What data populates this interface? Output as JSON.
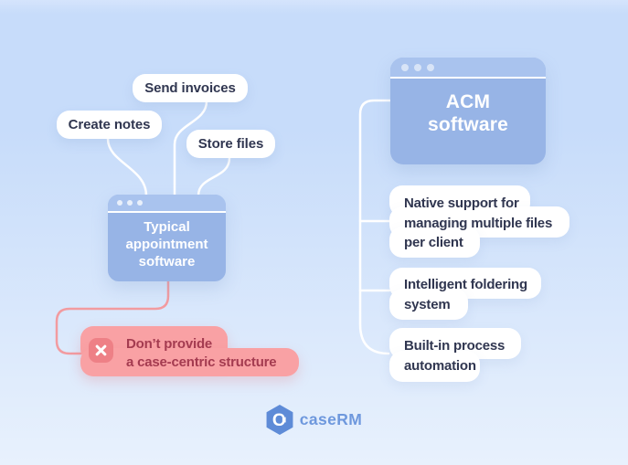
{
  "colors": {
    "bg_top": "#d5e4fc",
    "bg_mid": "#c7dcfa",
    "bg_bottom": "#e8f1fd",
    "window_body": "#97b4e6",
    "window_header": "#a9c3ee",
    "window_text": "#ffffff",
    "pill_bg": "#ffffff",
    "pill_text": "#303650",
    "drawback_bg": "#f9a1a4",
    "drawback_icon_bg": "#ee8086",
    "drawback_text": "#a43b50",
    "connector_white": "#ffffff",
    "connector_red": "#f29ba0",
    "brand_blue": "#5e8bd7",
    "brand_text": "#6e98dd"
  },
  "icons": {
    "drawback": "x-icon",
    "brand": "hexagon-c-icon",
    "window_controls": "window-dots"
  },
  "left_panel": {
    "features": [
      {
        "label": "Send invoices"
      },
      {
        "label": "Create notes"
      },
      {
        "label": "Store files"
      }
    ],
    "window_title": "Typical appointment software",
    "drawback": {
      "line1": "Don’t provide",
      "line2": "a case-centric structure"
    }
  },
  "right_panel": {
    "window_title": {
      "line1": "ACM",
      "line2": "software"
    },
    "benefits": [
      {
        "line1": "Native support for",
        "line2": "managing multiple files",
        "line3": "per client"
      },
      {
        "line1": "Intelligent foldering",
        "line2": "system"
      },
      {
        "line1": "Built-in process",
        "line2": "automation"
      }
    ]
  },
  "footer": {
    "brand": "caseRM"
  }
}
